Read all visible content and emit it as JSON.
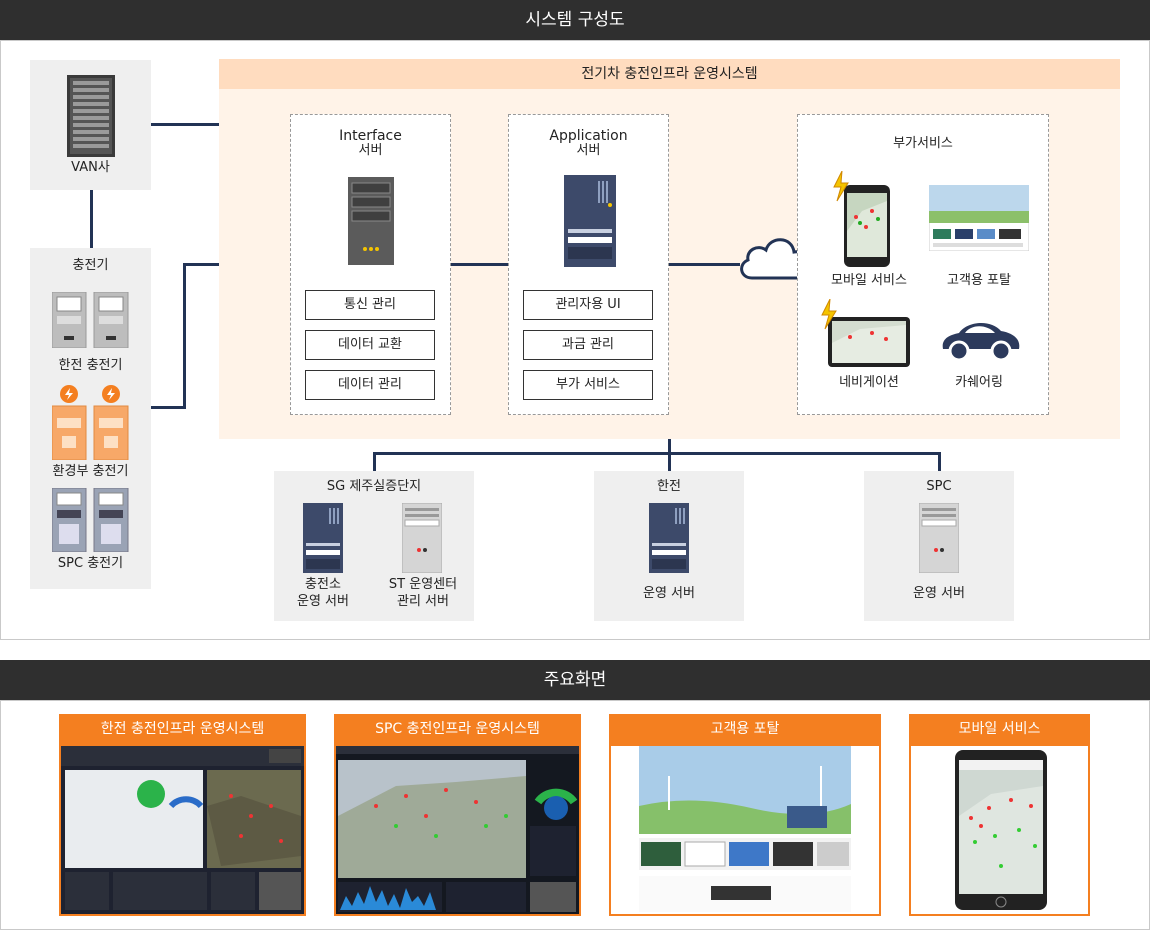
{
  "section1_title": "시스템 구성도",
  "section2_title": "주요화면",
  "van": "VAN사",
  "chargers": {
    "title": "충전기",
    "kepco": "한전 충전기",
    "env": "환경부 충전기",
    "spc": "SPC 충전기"
  },
  "main_system": {
    "title": "전기차 충전인프라 운영시스템",
    "interface": {
      "title1": "Interface",
      "title2": "서버",
      "funcs": [
        "통신 관리",
        "데이터 교환",
        "데이터 관리"
      ]
    },
    "application": {
      "title1": "Application",
      "title2": "서버",
      "funcs": [
        "관리자용 UI",
        "과금 관리",
        "부가 서비스"
      ]
    },
    "addon": {
      "title": "부가서비스",
      "items": [
        "모바일 서비스",
        "고객용 포탈",
        "네비게이션",
        "카쉐어링"
      ]
    }
  },
  "bottom": {
    "sg": {
      "title": "SG 제주실증단지",
      "s1a": "충전소",
      "s1b": "운영 서버",
      "s2a": "ST 운영센터",
      "s2b": "관리 서버"
    },
    "kepco": {
      "title": "한전",
      "server": "운영 서버"
    },
    "spc": {
      "title": "SPC",
      "server": "운영 서버"
    }
  },
  "screens": [
    "한전 충전인프라 운영시스템",
    "SPC 충전인프라 운영시스템",
    "고객용 포탈",
    "모바일 서비스"
  ]
}
